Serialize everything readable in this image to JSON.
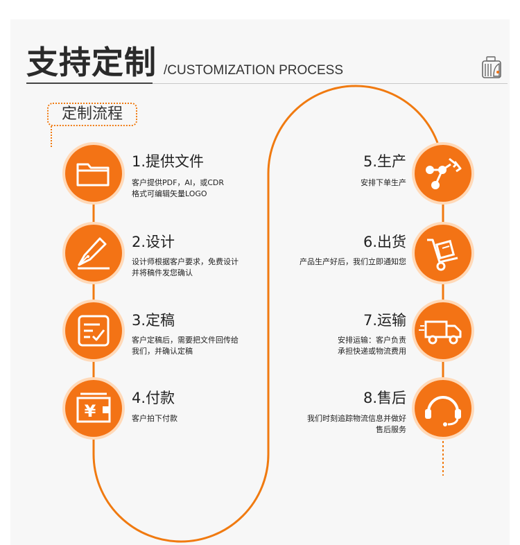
{
  "header": {
    "title_zh": "支持定制",
    "title_en": "/CUSTOMIZATION PROCESS"
  },
  "badge": {
    "label": "定制流程"
  },
  "steps_left": [
    {
      "title": "1.提供文件",
      "desc1": "客户提供PDF，AI，或CDR",
      "desc2": "格式可编辑矢量LOGO",
      "icon": "folder-icon"
    },
    {
      "title": "2.设计",
      "desc1": "设计师根据客户要求，免费设计",
      "desc2": "并将稿件发您确认",
      "icon": "pen-nib-icon"
    },
    {
      "title": "3.定稿",
      "desc1": "客户定稿后，需要把文件回传给",
      "desc2": "我们，并确认定稿",
      "icon": "checklist-icon"
    },
    {
      "title": "4.付款",
      "desc1": "客户拍下付款",
      "desc2": "",
      "icon": "yen-payment-icon"
    }
  ],
  "steps_right": [
    {
      "title": "5.生产",
      "desc1": "安排下单生产",
      "desc2": "",
      "icon": "robot-arm-icon"
    },
    {
      "title": "6.出货",
      "desc1": "产品生产好后，我们立即通知您",
      "desc2": "",
      "icon": "hand-truck-icon"
    },
    {
      "title": "7.运输",
      "desc1": "安排运输：客户负责",
      "desc2": "承担快递或物流费用",
      "icon": "delivery-truck-icon"
    },
    {
      "title": "8.售后",
      "desc1": "我们时刻追踪物流信息并做好",
      "desc2": "售后服务",
      "icon": "headset-icon"
    }
  ],
  "colors": {
    "accent": "#f37315",
    "ring": "#ffd9b8",
    "line": "#f07a10"
  }
}
